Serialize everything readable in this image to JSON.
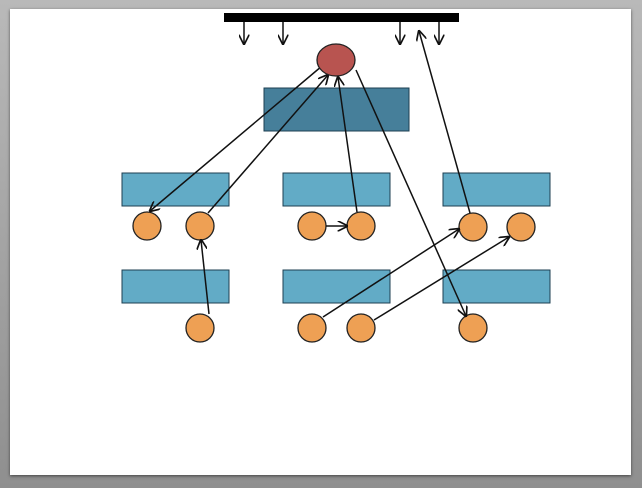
{
  "diagram": {
    "colors": {
      "bus": "#000000",
      "root_node": "#b85450",
      "root_box": "#467f9a",
      "box": "#62abc6",
      "box_stroke": "#1d3f52",
      "leaf_node": "#eea054",
      "node_stroke": "#222222",
      "arrow": "#111111"
    },
    "nodes": {
      "root": "root-node",
      "boxes": [
        "root-box",
        "box-r1-c1",
        "box-r1-c2",
        "box-r1-c3",
        "box-r2-c1",
        "box-r2-c2",
        "box-r2-c3"
      ],
      "circles": [
        "r1-c1-a",
        "r1-c1-b",
        "r1-c2-a",
        "r1-c2-b",
        "r1-c3-a",
        "r1-c3-b",
        "r2-c1-b",
        "r2-c2-a",
        "r2-c2-b",
        "r2-c3-b"
      ]
    },
    "edges": [
      {
        "from": "root",
        "to": "r1-c1-a"
      },
      {
        "from": "r1-c1-b",
        "to": "root"
      },
      {
        "from": "r1-c2-b",
        "to": "root"
      },
      {
        "from": "root",
        "to": "r2-c3-b"
      },
      {
        "from": "r1-c3-a",
        "to": "bus"
      },
      {
        "from": "r1-c2-a",
        "to": "r1-c2-b"
      },
      {
        "from": "r2-c1-b",
        "to": "r1-c1-b"
      },
      {
        "from": "r2-c2-a",
        "to": "r1-c3-a"
      },
      {
        "from": "r2-c2-b",
        "to": "r1-c3-b"
      },
      {
        "from": "bus",
        "to": "down-1"
      },
      {
        "from": "bus",
        "to": "down-2"
      },
      {
        "from": "bus",
        "to": "down-3"
      },
      {
        "from": "bus",
        "to": "down-4"
      }
    ]
  }
}
